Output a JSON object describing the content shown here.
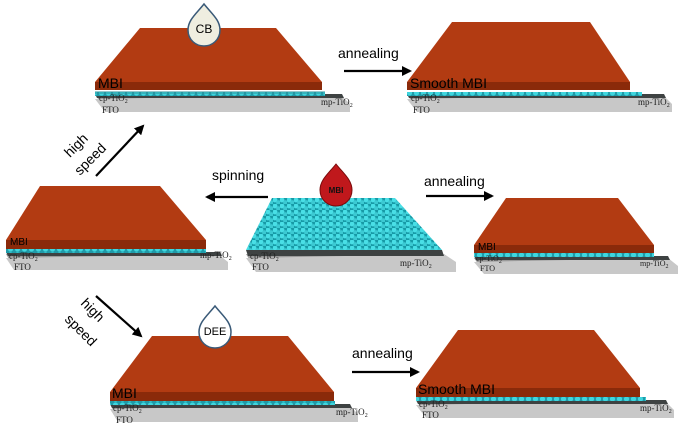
{
  "steps": {
    "cb_solvent": "CB",
    "dee_solvent": "DEE",
    "mbi_drop": "MBI",
    "spinning": "spinning",
    "annealing": "annealing",
    "high": "high",
    "speed": "speed"
  },
  "layers": {
    "mbi": "MBI",
    "smooth_mbi": "Smooth MBI",
    "cp_tio2": "cp-TiO",
    "mp_tio2": "mp-TiO",
    "subscript_2": "2",
    "fto": "FTO"
  },
  "colors": {
    "mbi_top": "#b23b12",
    "mbi_side": "#8a2a0a",
    "substrate_top": "#c4c4c4",
    "substrate_side": "#9c9c9c",
    "fto_dark": "#3e4242",
    "tio2_bead": "#37c7cf",
    "drop_cb": "#efeee0",
    "drop_mbi": "#c0181c",
    "drop_outline": "#3a5a78"
  }
}
